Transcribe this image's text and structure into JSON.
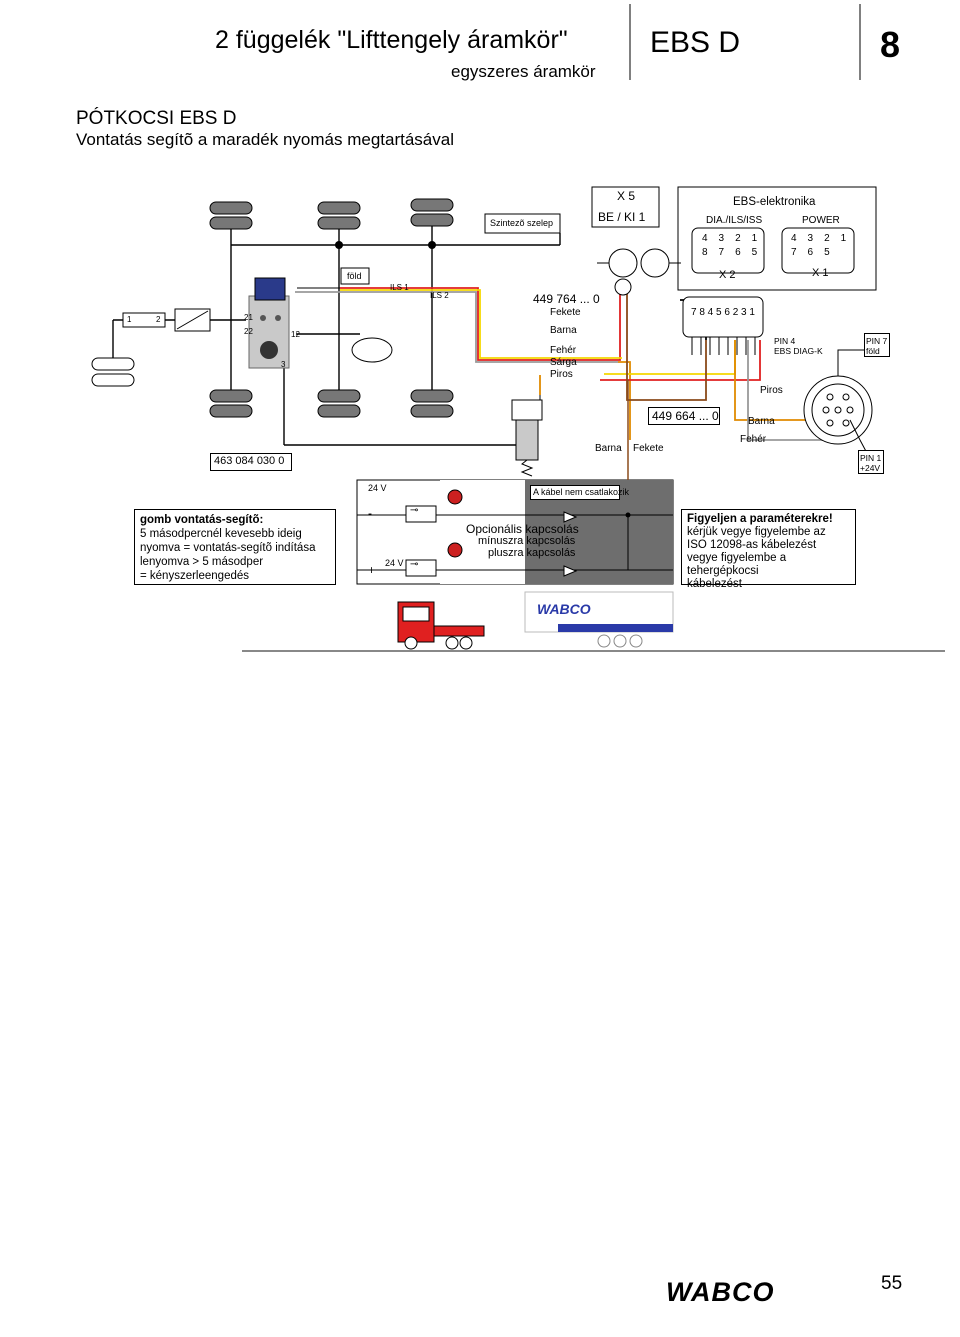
{
  "header": {
    "title": "2 függelék \"Lifttengely áramkör\"",
    "subtitle": "egyszeres áramkör",
    "product": "EBS D",
    "chapter": "8"
  },
  "section": {
    "title": "PÓTKOCSI EBS D",
    "subtitle": "Vontatás segítõ a maradék nyomás megtartásával"
  },
  "diagram": {
    "x5_title": "X 5",
    "x5_sub": "BE / KI 1",
    "ebs_title": "EBS-elektronika",
    "dia_label": "DIA./ILS/ISS",
    "power_label": "POWER",
    "x2_label": "X 2",
    "x1_label": "X 1",
    "szintezo": "Szintezõ szelep",
    "fold_label": "föld",
    "ils1": "ILS 1",
    "ils2": "ILS 2",
    "cable_449764": "449 764 ... 0",
    "cable_449664": "449 664 ... 0",
    "part_463": "463 084 030 0",
    "wire_colors_a": [
      "Fekete",
      "Barna",
      "Fehér",
      "Sárga",
      "Piros"
    ],
    "pin4": "PIN 4",
    "ebs_diag": "EBS DIAG-K",
    "pin7": "PIN 7",
    "pin7_fold": "föld",
    "pin1": "PIN 1",
    "pin1_v": "+24V",
    "piros": "Piros",
    "barna_r": "Barna",
    "feher_r": "Fehér",
    "barna_b": "Barna",
    "fekete_b": "Fekete",
    "conn_pins_dia_top": [
      "4",
      "3",
      "2",
      "1"
    ],
    "conn_pins_dia_bot": [
      "8",
      "7",
      "6",
      "5"
    ],
    "conn_pins_pow_top": [
      "4",
      "3",
      "2",
      "1"
    ],
    "conn_pins_pow_bot": [
      "7",
      "6",
      "5"
    ],
    "plug_pins": "7 8 4 5 6 2 3 1",
    "valve_ports": [
      "1",
      "2",
      "21",
      "22",
      "3",
      "12",
      "1",
      "2"
    ]
  },
  "switch_panel": {
    "v24_top": "24 V",
    "minus": "-",
    "plus": "+",
    "v24_bot": "24 V",
    "cable_note": "A kábel nem csatlakozik",
    "optional_title": "Opcionális kapcsolás",
    "minus_switch": "mínuszra kapcsolás",
    "plus_switch": "pluszra kapcsolás"
  },
  "note_left": {
    "title": "gomb vontatás-segítõ:",
    "lines": [
      "5 másodpercnél kevesebb ideig",
      "nyomva = vontatás-segítõ indítása",
      "lenyomva > 5 másodper",
      "= kényszerleengedés"
    ]
  },
  "note_right": {
    "title": "Figyeljen a paraméterekre!",
    "lines": [
      "kérjük vegye figyelembe az",
      "ISO 12098-as kábelezést",
      "vegye figyelembe a tehergépkocsi",
      "kábelezést"
    ]
  },
  "truck": {
    "trailer_logo": "WABCO"
  },
  "footer": {
    "logo": "WABCO",
    "page": "55"
  },
  "colors": {
    "yellow": "#f5d800",
    "red": "#e02020",
    "orange": "#e08a00",
    "brown": "#8a4a1a",
    "panel_gray": "#6e6e6e",
    "lamp": "#cc2020"
  }
}
